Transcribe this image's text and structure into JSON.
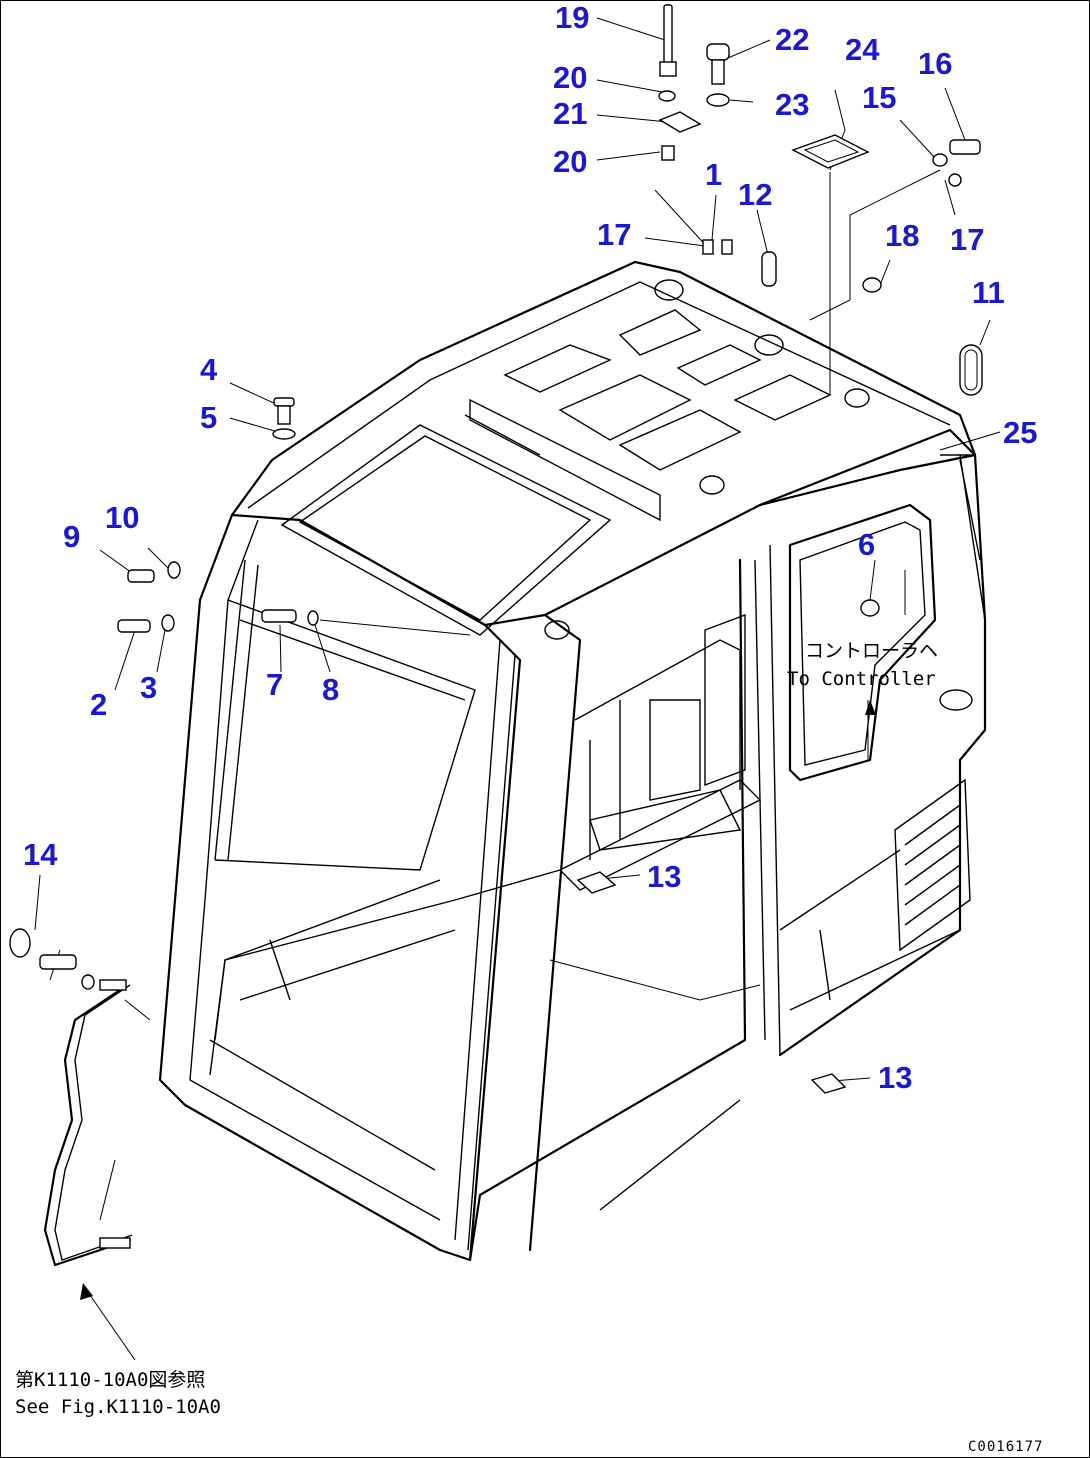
{
  "callouts": [
    "19",
    "22",
    "24",
    "16",
    "20",
    "23",
    "15",
    "21",
    "20",
    "1",
    "12",
    "17",
    "18",
    "17",
    "11",
    "4",
    "5",
    "25",
    "10",
    "9",
    "6",
    "2",
    "3",
    "7",
    "8",
    "14",
    "13",
    "13"
  ],
  "notes": {
    "controller_jp": "コントローラヘ",
    "controller_en": "To Controller",
    "see_fig_jp": "第K1110-10A0図参照",
    "see_fig_en": "See Fig.K1110-10A0"
  },
  "drawing_code": "C0016177"
}
